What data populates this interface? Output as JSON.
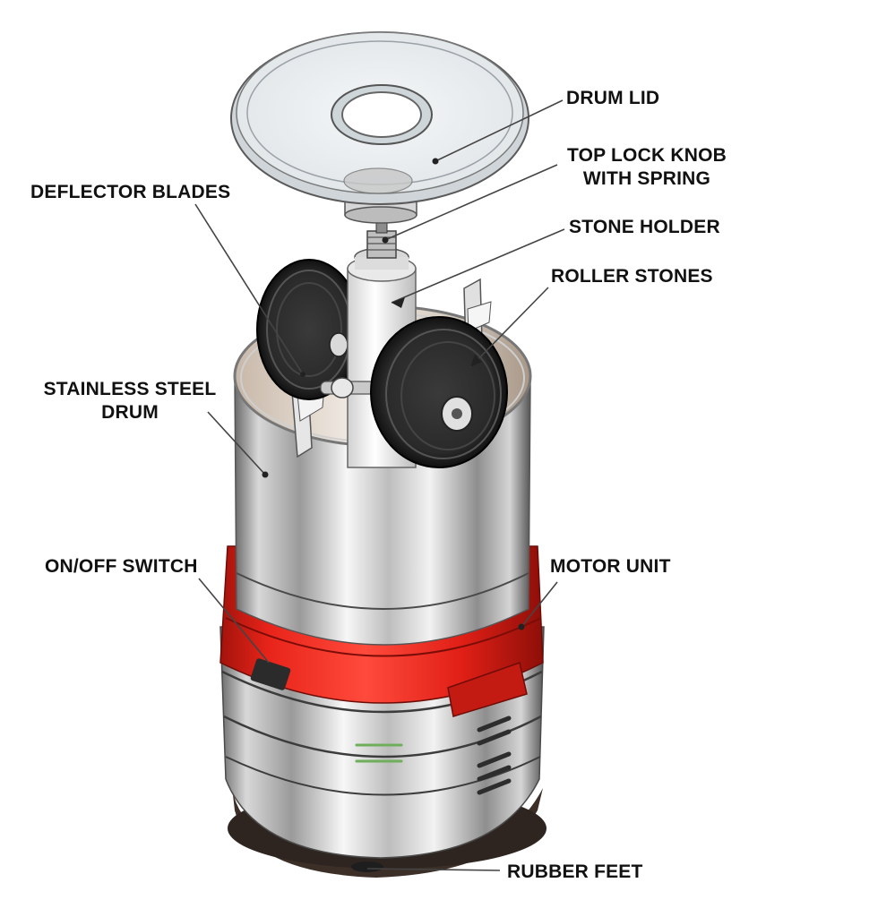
{
  "labels": {
    "drum_lid": "DRUM LID",
    "top_lock_knob": [
      "TOP LOCK KNOB",
      "WITH SPRING"
    ],
    "deflector_blades": "DEFLECTOR BLADES",
    "stone_holder": "STONE HOLDER",
    "roller_stones": "ROLLER STONES",
    "stainless_steel_drum": [
      "STAINLESS STEEL",
      "DRUM"
    ],
    "on_off_switch": "ON/OFF SWITCH",
    "motor_unit": "MOTOR UNIT",
    "rubber_feet": "RUBBER FEET"
  },
  "colors": {
    "motor_red": "#e8241a",
    "motor_red_dark": "#b5160f",
    "steel_light": "#f4f4f4",
    "steel_mid": "#b9b9b9",
    "steel_dark": "#5e5e5e",
    "stone_black": "#2a2a2a",
    "leader_line": "#444444"
  }
}
